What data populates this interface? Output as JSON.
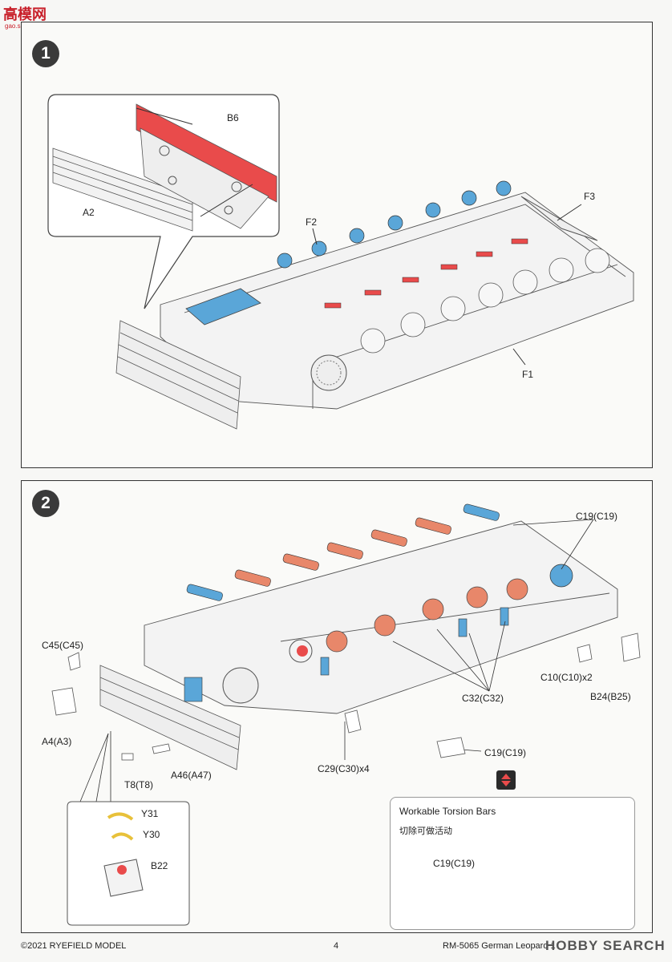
{
  "watermark": {
    "brand": "高模网",
    "url": "gao.shou.com"
  },
  "steps": [
    {
      "number": "1",
      "labels": {
        "b6": "B6",
        "a2": "A2",
        "f2": "F2",
        "f3": "F3",
        "f1": "F1"
      }
    },
    {
      "number": "2",
      "labels": {
        "c19_top": "C19(C19)",
        "c45": "C45(C45)",
        "a4": "A4(A3)",
        "c10": "C10(C10)x2",
        "c32": "C32(C32)",
        "b24": "B24(B25)",
        "t8": "T8(T8)",
        "a46": "A46(A47)",
        "c29": "C29(C30)x4",
        "c19_bottom": "C19(C19)",
        "y31": "Y31",
        "y30": "Y30",
        "b22": "B22"
      },
      "workable": {
        "title": "Workable Torsion Bars",
        "subtitle": "切除可做活动",
        "part": "C19(C19)"
      }
    }
  ],
  "footer": {
    "copyright": "©2021 RYEFIELD MODEL",
    "page_number": "4",
    "product": "RM-5065 German Leopard 1"
  },
  "overlay": {
    "hobby_search": "HOBBY SEARCH"
  },
  "colors": {
    "red_part": "#e94b4b",
    "blue_part": "#5aa6d8",
    "orange_part": "#e8876a"
  }
}
